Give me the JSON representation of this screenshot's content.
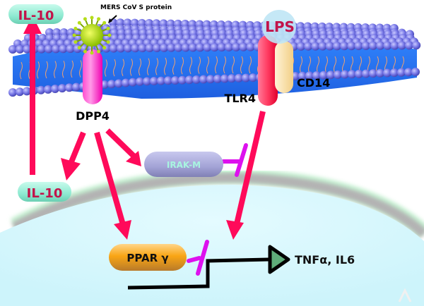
{
  "title": "DPP4 / TLR4 signaling pathway",
  "labels": {
    "il10_top": "IL-10",
    "il10_mid": "IL-10",
    "mers": "MERS CoV S protein",
    "dpp4": "DPP4",
    "lps": "LPS",
    "tlr4": "TLR4",
    "cd14": "CD14",
    "irakm": "IRAK-M",
    "pparg": "PPAR γ",
    "output": "TNFα, IL6"
  },
  "colors": {
    "arrow": "#ff0a5a",
    "inhibit": "#dd11ee",
    "membrane_head": "#7a7ae8",
    "membrane_core": "#2277ff",
    "il10_box": "#9ff0d9",
    "il10_text": "#c2134a",
    "irakm_box": "#a7a7d9",
    "irakm_text": "#a8f5e0",
    "pparg_box": "#f8a514",
    "dpp4": "#ff1fc0",
    "tlr4": "#ee0f3f",
    "cd14": "#f7d99a",
    "lps": "#bfe6f5",
    "lps_text": "#c2134a",
    "virus": "#b5dd1a",
    "nucleus_fill": "#d9f7fc",
    "nucleus_rim": "#b4b4b4",
    "promoter_triangle": "#5fae7a"
  }
}
